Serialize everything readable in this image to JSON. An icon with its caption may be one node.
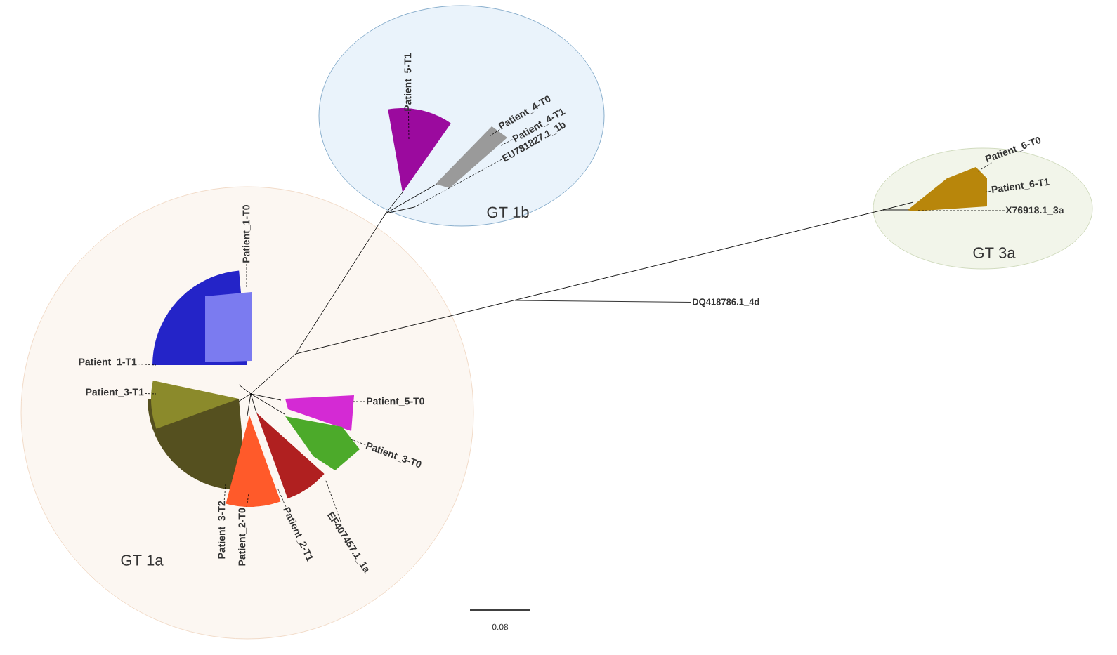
{
  "diagram": {
    "nodes": [
      {
        "text": [
          "GT 1a"
        ]
      },
      {
        "text": [
          "Patient_1-T0"
        ],
        "in": 0
      },
      {
        "text": [
          "Patient_1-T1"
        ],
        "in": 0
      },
      {
        "text": [
          "Patient_3-T1"
        ],
        "in": 0
      },
      {
        "text": [
          "Patient_5-T0"
        ],
        "in": 0
      },
      {
        "text": [
          "Patient_3-T0"
        ],
        "in": 0
      },
      {
        "text": [
          "Patient_3-T2"
        ],
        "in": 0
      },
      {
        "text": [
          "Patient_2-T0"
        ],
        "in": 0
      },
      {
        "text": [
          "Patient_2-T1"
        ],
        "in": 0
      },
      {
        "text": [
          "EF407457.1_1a"
        ],
        "in": 0
      },
      {
        "text": [
          "GT 1b"
        ]
      },
      {
        "text": [
          "Patient_5-T1"
        ],
        "in": 10
      },
      {
        "text": [
          "Patient_4-T0"
        ],
        "in": 10
      },
      {
        "text": [
          "Patient_4-T1"
        ],
        "in": 10
      },
      {
        "text": [
          "EU781827.1_1b"
        ],
        "in": 10
      },
      {
        "text": [
          "GT 3a"
        ]
      },
      {
        "text": [
          "Patient_6-T0"
        ],
        "in": 15
      },
      {
        "text": [
          "Patient_6-T1"
        ],
        "in": 15
      },
      {
        "text": [
          "X76918.1_3a"
        ],
        "in": 15
      },
      {
        "text": [
          "DQ418786.1_4d"
        ]
      }
    ],
    "edges": [
      {
        "from": 1,
        "to": null,
        "arrow": "none",
        "style": "dashed"
      },
      {
        "from": 2,
        "to": null,
        "arrow": "none",
        "style": "dashed"
      },
      {
        "from": 3,
        "to": null,
        "arrow": "none",
        "style": "dashed"
      },
      {
        "from": 4,
        "to": null,
        "arrow": "none",
        "style": "dashed"
      },
      {
        "from": 5,
        "to": null,
        "arrow": "none",
        "style": "dashed"
      },
      {
        "from": 6,
        "to": null,
        "arrow": "none",
        "style": "dashed"
      },
      {
        "from": 7,
        "to": null,
        "arrow": "none",
        "style": "dashed"
      },
      {
        "from": 8,
        "to": null,
        "arrow": "none",
        "style": "dashed"
      },
      {
        "from": 9,
        "to": null,
        "arrow": "none",
        "style": "dashed"
      },
      {
        "from": 11,
        "to": null,
        "arrow": "none",
        "style": "dashed"
      },
      {
        "from": 12,
        "to": null,
        "arrow": "none",
        "style": "dashed"
      },
      {
        "from": 13,
        "to": null,
        "arrow": "none",
        "style": "dashed"
      },
      {
        "from": 14,
        "to": null,
        "arrow": "none",
        "style": "dashed"
      },
      {
        "from": 16,
        "to": null,
        "arrow": "none",
        "style": "dashed"
      },
      {
        "from": 17,
        "to": null,
        "arrow": "none",
        "style": "dashed"
      },
      {
        "from": 18,
        "to": null,
        "arrow": "none",
        "style": "dashed"
      },
      {
        "from": 19,
        "to": null,
        "arrow": "none"
      }
    ],
    "labels": [
      "0.08"
    ]
  }
}
